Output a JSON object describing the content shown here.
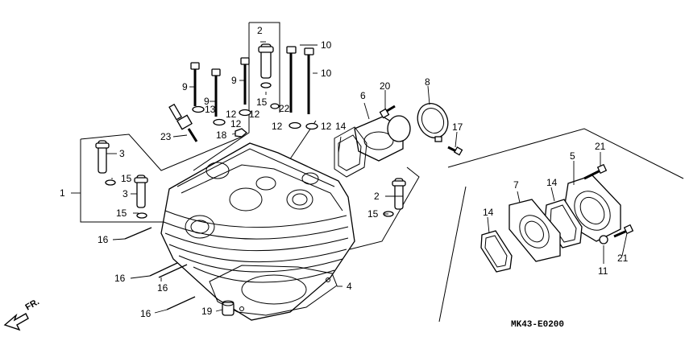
{
  "diagram": {
    "callouts": [
      "1",
      "2",
      "2",
      "3",
      "3",
      "4",
      "5",
      "6",
      "7",
      "8",
      "9",
      "9",
      "9",
      "10",
      "10",
      "11",
      "12",
      "12",
      "12",
      "12",
      "12",
      "13",
      "14",
      "14",
      "14",
      "15",
      "15",
      "15",
      "15",
      "16",
      "16",
      "16",
      "16",
      "17",
      "18",
      "19",
      "20",
      "21",
      "21",
      "22",
      "23"
    ],
    "drawing_code": "MK43-E0200",
    "direction_label": "FR."
  }
}
